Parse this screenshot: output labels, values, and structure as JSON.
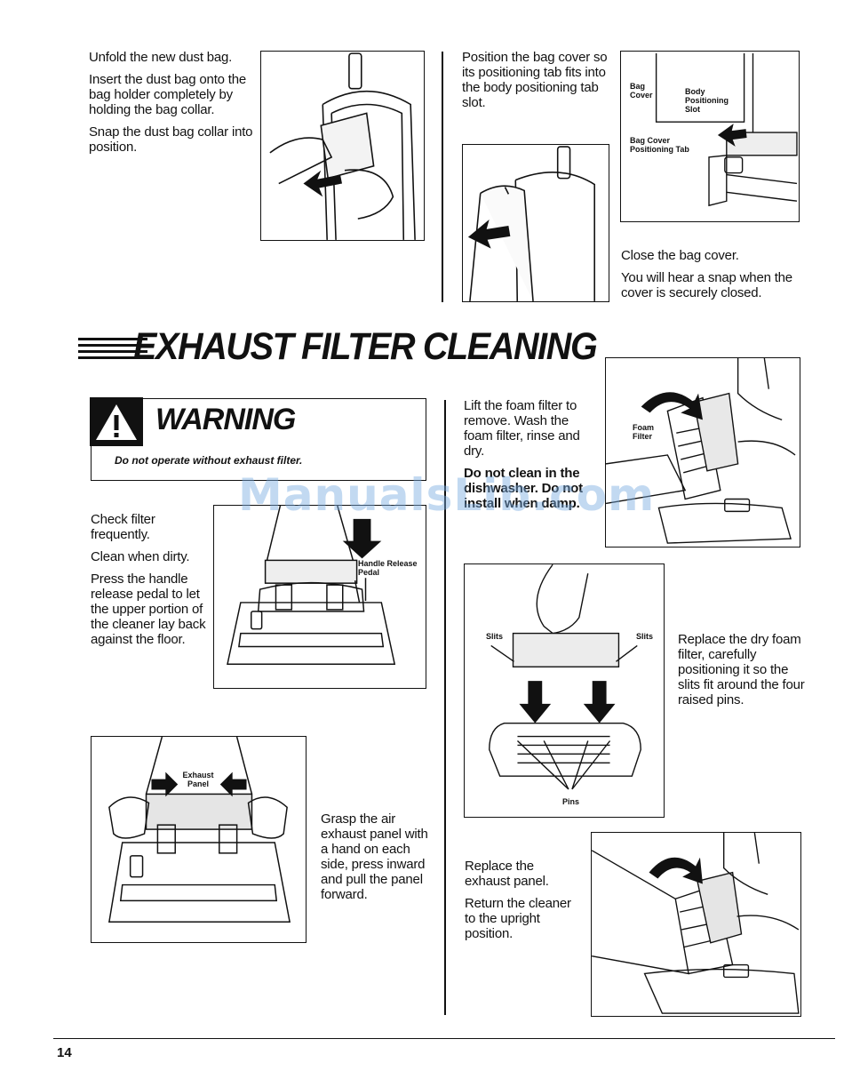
{
  "sections": {
    "top_left": {
      "paragraphs": [
        "Unfold the new dust bag.",
        "Insert the dust bag onto the bag holder completely by holding the bag collar.",
        "Snap the dust bag collar into position."
      ]
    },
    "top_right": {
      "intro": "Position the bag cover so its positioning tab fits into the body positioning tab slot.",
      "diagram_labels": {
        "bag_cover": "Bag Cover",
        "body_slot": "Body Positioning Slot",
        "bag_cover_tab": "Bag Cover Positioning Tab"
      },
      "close_text": "Close the bag cover.",
      "snap_text": "You will hear a snap when the cover is securely closed."
    },
    "heading": "EXHAUST FILTER CLEANING",
    "warning": {
      "word": "WARNING",
      "text": "Do not operate without exhaust filter."
    },
    "check_filter": {
      "paragraphs": [
        "Check filter frequently.",
        "Clean when dirty.",
        "Press the handle release pedal to let the upper portion of the cleaner lay back against the floor."
      ],
      "pedal_label": "Handle Release Pedal"
    },
    "foam_filter": {
      "text": "Lift the foam filter to remove. Wash the foam filter, rinse and dry.",
      "bold_text": "Do not clean in the dishwasher. Do not install when damp.",
      "label": "Foam Filter"
    },
    "replace_filter": {
      "text": "Replace the dry foam filter, carefully positioning it so the slits fit around the four raised pins.",
      "slits_left": "Slits",
      "slits_right": "Slits",
      "pins": "Pins"
    },
    "exhaust_panel": {
      "label": "Exhaust Panel",
      "text": "Grasp the air exhaust panel with a hand on each side, press inward and pull the panel forward."
    },
    "replace_panel": {
      "paragraphs": [
        "Replace the exhaust panel.",
        "Return the cleaner to the upright position."
      ]
    },
    "watermark": "ManualsLib.com",
    "page_number": "14"
  }
}
